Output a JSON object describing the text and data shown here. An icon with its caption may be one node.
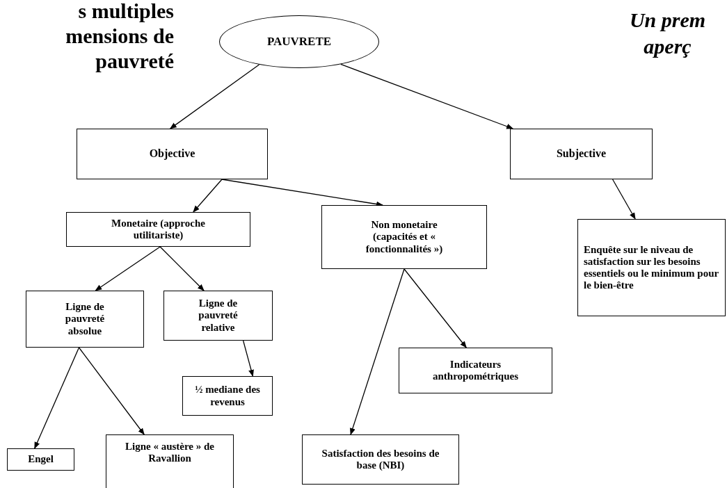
{
  "diagram": {
    "nodes": [
      {
        "text": [
          "PAUVRETE"
        ]
      },
      {
        "text": [
          "Objective"
        ]
      },
      {
        "text": [
          "Subjective"
        ]
      },
      {
        "text": [
          "Monetaire (approche utilitariste)"
        ]
      },
      {
        "text": [
          "Non monetaire (capacités et « fonctionnalités »)"
        ]
      },
      {
        "text": [
          "Enquête sur le niveau de satisfaction sur les besoins essentiels ou le minimum pour le bien-être"
        ]
      },
      {
        "text": [
          "Ligne de pauvreté absolue"
        ]
      },
      {
        "text": [
          "Ligne de pauvreté relative"
        ]
      },
      {
        "text": [
          "½ mediane des revenus"
        ]
      },
      {
        "text": [
          "Indicateurs anthropométriques"
        ]
      },
      {
        "text": [
          "Engel"
        ]
      },
      {
        "text": [
          "Ligne « austère » de Ravallion"
        ]
      },
      {
        "text": [
          "Satisfaction des besoins de base (NBI)"
        ]
      }
    ],
    "edges": [
      {
        "from": 0,
        "to": 1,
        "arrow": "to"
      },
      {
        "from": 0,
        "to": 2,
        "arrow": "to"
      },
      {
        "from": 1,
        "to": 3,
        "arrow": "to"
      },
      {
        "from": 1,
        "to": 4,
        "arrow": "to"
      },
      {
        "from": 2,
        "to": 5,
        "arrow": "to"
      },
      {
        "from": 3,
        "to": 6,
        "arrow": "to"
      },
      {
        "from": 3,
        "to": 7,
        "arrow": "to"
      },
      {
        "from": 4,
        "to": 9,
        "arrow": "to"
      },
      {
        "from": 4,
        "to": 12,
        "arrow": "to"
      },
      {
        "from": 6,
        "to": 10,
        "arrow": "to"
      },
      {
        "from": 6,
        "to": 11,
        "arrow": "to"
      },
      {
        "from": 7,
        "to": 8,
        "arrow": "to"
      }
    ],
    "labels": [
      "s multiples mensions de pauvreté",
      "Un prem aperç"
    ]
  }
}
